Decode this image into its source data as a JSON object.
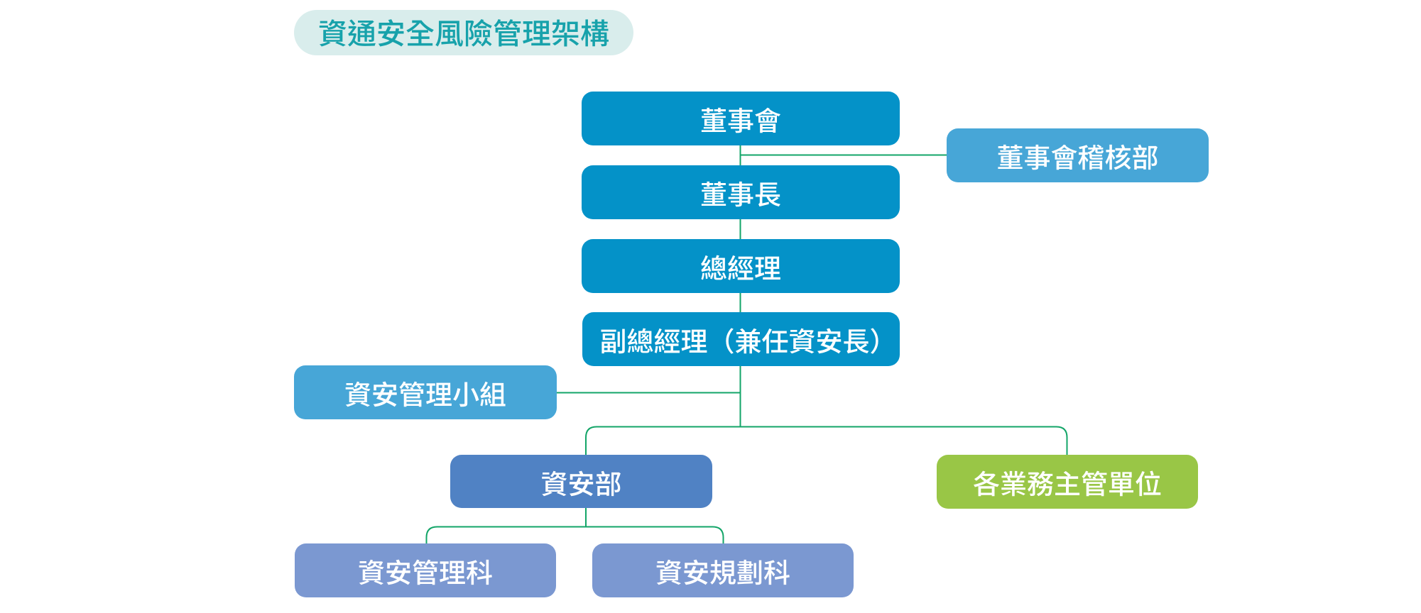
{
  "page": {
    "background": "#ffffff"
  },
  "title": {
    "label": "資通安全風險管理架構",
    "text_color": "#17a2ab",
    "bg_color": "#d9edec"
  },
  "diagram": {
    "type": "org-chart",
    "connector_color": "#13a568",
    "nodes": [
      {
        "id": "board",
        "label": "董事會",
        "color": "#0492c8"
      },
      {
        "id": "chairman",
        "label": "董事長",
        "color": "#0492c8"
      },
      {
        "id": "general-manager",
        "label": "總經理",
        "color": "#0492c8"
      },
      {
        "id": "deputy-gm-ciso",
        "label": "副總經理（兼任資安長）",
        "color": "#0492c8"
      },
      {
        "id": "board-audit-dept",
        "label": "董事會稽核部",
        "color": "#47a6d7"
      },
      {
        "id": "infosec-mgmt-team",
        "label": "資安管理小組",
        "color": "#47a6d7"
      },
      {
        "id": "infosec-dept",
        "label": "資安部",
        "color": "#5082c4"
      },
      {
        "id": "business-units",
        "label": "各業務主管單位",
        "color": "#99c646"
      },
      {
        "id": "infosec-mgmt-section",
        "label": "資安管理科",
        "color": "#7b98d1"
      },
      {
        "id": "infosec-planning-section",
        "label": "資安規劃科",
        "color": "#7b98d1"
      }
    ],
    "edges": [
      {
        "from": "board",
        "to": "chairman"
      },
      {
        "from": "board",
        "to": "board-audit-dept"
      },
      {
        "from": "chairman",
        "to": "general-manager"
      },
      {
        "from": "general-manager",
        "to": "deputy-gm-ciso"
      },
      {
        "from": "deputy-gm-ciso",
        "to": "infosec-mgmt-team"
      },
      {
        "from": "deputy-gm-ciso",
        "to": "infosec-dept"
      },
      {
        "from": "deputy-gm-ciso",
        "to": "business-units"
      },
      {
        "from": "infosec-dept",
        "to": "infosec-mgmt-section"
      },
      {
        "from": "infosec-dept",
        "to": "infosec-planning-section"
      }
    ]
  }
}
